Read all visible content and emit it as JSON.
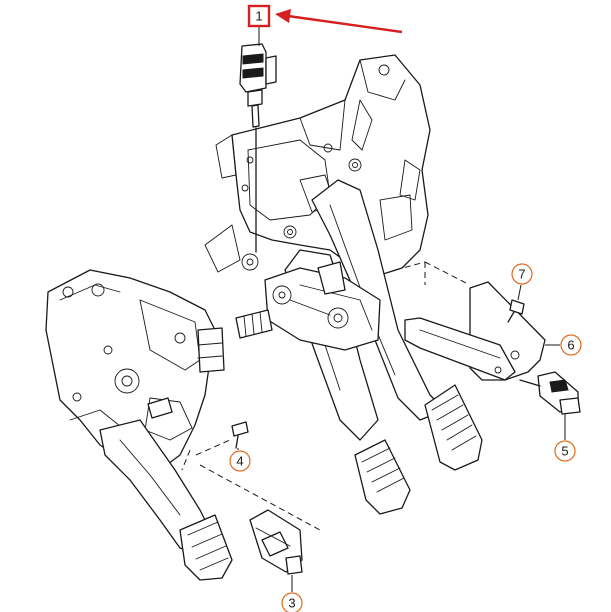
{
  "callouts": [
    {
      "id": "1",
      "label": "1"
    },
    {
      "id": "3",
      "label": "3"
    },
    {
      "id": "4",
      "label": "4"
    },
    {
      "id": "5",
      "label": "5"
    },
    {
      "id": "6",
      "label": "6"
    },
    {
      "id": "7",
      "label": "7"
    }
  ],
  "highlight": {
    "target": "1",
    "box_color": "#d61f1f",
    "arrow_color": "#d61f1f"
  },
  "callout_circle_color": "#e06a1b"
}
